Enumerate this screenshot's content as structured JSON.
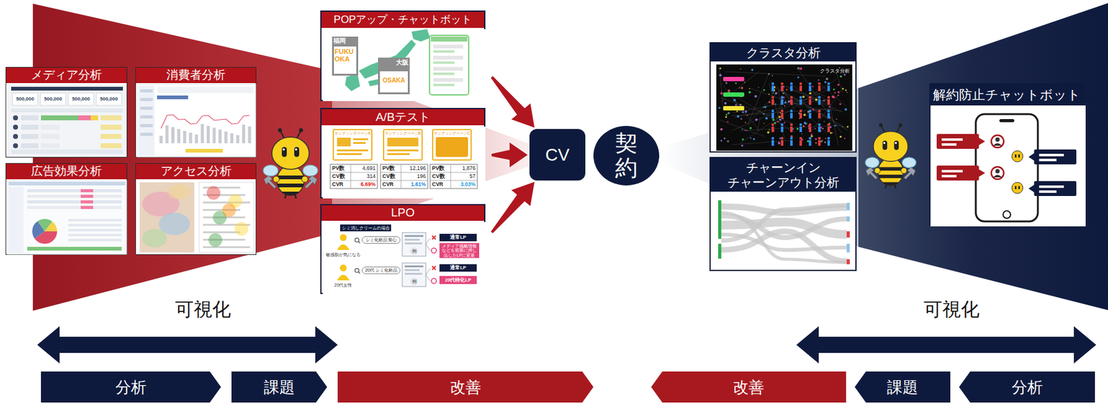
{
  "diagram": {
    "nodes": [
      {
        "text": [
          "メディア分析"
        ]
      },
      {
        "text": [
          "消費者分析"
        ]
      },
      {
        "text": [
          "広告効果分析"
        ]
      },
      {
        "text": [
          "アクセス分析"
        ]
      },
      {
        "text": [
          "POPアップ・チャットボット"
        ]
      },
      {
        "text": [
          "A/Bテスト"
        ]
      },
      {
        "text": [
          "LPO"
        ]
      },
      {
        "text": [
          "CV"
        ]
      },
      {
        "text": [
          "契約"
        ]
      },
      {
        "text": [
          "クラスタ分析"
        ]
      },
      {
        "text": [
          "チャーンイン チャーンアウト分析"
        ]
      },
      {
        "text": [
          "解約防止チャットボット"
        ]
      },
      {
        "text": [
          "分析"
        ]
      },
      {
        "text": [
          "課題"
        ]
      },
      {
        "text": [
          "改善"
        ]
      },
      {
        "text": [
          "改善"
        ]
      },
      {
        "text": [
          "課題"
        ]
      },
      {
        "text": [
          "分析"
        ]
      }
    ],
    "edges": [
      {
        "from": 4,
        "to": 7,
        "arrow": "to"
      },
      {
        "from": 5,
        "to": 7,
        "arrow": "to"
      },
      {
        "from": 6,
        "to": 7,
        "arrow": "to"
      }
    ],
    "labels": [
      "可視化",
      "可視化",
      "500,000",
      "500,000",
      "500,000",
      "500,000",
      "福岡",
      "FUKUOKA",
      "大阪",
      "OSAKA",
      "ランディングページA",
      "ランディングページB",
      "ランディングページC",
      "PV数",
      "4,691",
      "CV数",
      "314",
      "CVR",
      "6.69%",
      "PV数",
      "12,196",
      "CV数",
      "196",
      "CVR",
      "1.61%",
      "PV数",
      "1,876",
      "CV数",
      "57",
      "CVR",
      "3.03%",
      "シミ消しクリームの場合",
      "シミ化粧品 安心",
      "敏感肌が気になる",
      "例",
      "通常LP",
      "メディア掲載情報などを前面に押し出したLPに変更",
      "20代 シミ化粧品",
      "20代女性",
      "例",
      "通常LP",
      "20代特化LP",
      "クラスタ分析"
    ]
  }
}
